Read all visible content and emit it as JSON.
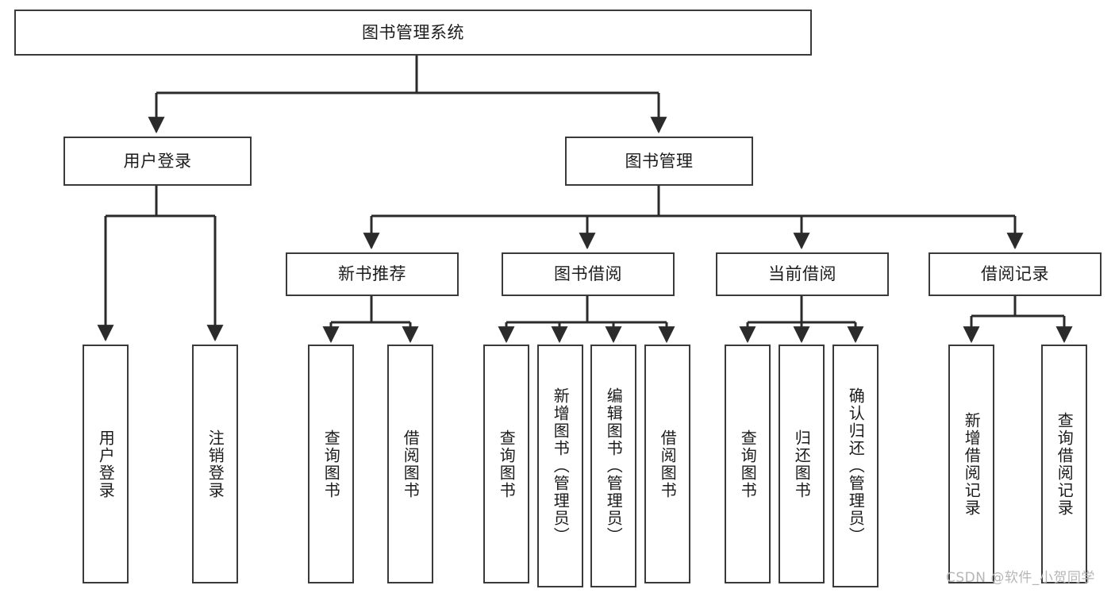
{
  "diagram": {
    "title": "图书管理系统",
    "type": "tree-hierarchy-chart",
    "colors": {
      "box_border": "#3a3a3a",
      "box_fill": "#ffffff",
      "connector": "#2b2b2b",
      "text": "#1c1c1c",
      "watermark": "#b6b6b6"
    },
    "root": {
      "label": "图书管理系统"
    },
    "level2": [
      {
        "label": "用户登录"
      },
      {
        "label": "图书管理"
      }
    ],
    "level3": [
      {
        "label": "新书推荐"
      },
      {
        "label": "图书借阅"
      },
      {
        "label": "当前借阅"
      },
      {
        "label": "借阅记录"
      }
    ],
    "leaves": {
      "user_login": [
        {
          "label": "用户登录"
        },
        {
          "label": "注销登录"
        }
      ],
      "new_book_recommend": [
        {
          "label": "查询图书"
        },
        {
          "label": "借阅图书"
        }
      ],
      "book_borrow": [
        {
          "label": "查询图书"
        },
        {
          "label": "新增图书（管理员）"
        },
        {
          "label": "编辑图书（管理员）"
        },
        {
          "label": "借阅图书"
        }
      ],
      "current_borrow": [
        {
          "label": "查询图书"
        },
        {
          "label": "归还图书"
        },
        {
          "label": "确认归还（管理员）"
        }
      ],
      "borrow_record": [
        {
          "label": "新增借阅记录"
        },
        {
          "label": "查询借阅记录"
        }
      ]
    }
  },
  "watermark": {
    "text": "CSDN @软件_小贺同学"
  }
}
